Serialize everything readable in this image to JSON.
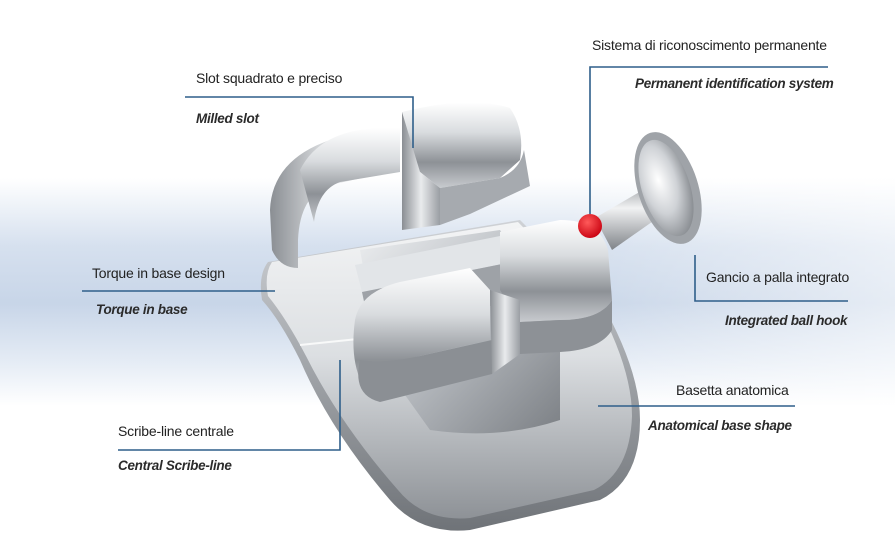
{
  "callouts": {
    "slot": {
      "label": "Slot squadrato e preciso",
      "translation": "Milled slot"
    },
    "identification": {
      "label": "Sistema di riconoscimento permanente",
      "translation": "Permanent identification system"
    },
    "torque": {
      "label": "Torque in base design",
      "translation": "Torque in base"
    },
    "hook": {
      "label": "Gancio a palla integrato",
      "translation": "Integrated ball hook"
    },
    "base": {
      "label": "Basetta anatomica",
      "translation": "Anatomical base shape"
    },
    "scribe": {
      "label": "Scribe-line centrale",
      "translation": "Central Scribe-line"
    }
  },
  "colors": {
    "leader_line": "#2f5f8a",
    "identification_dot": "#e0101e",
    "metal_light": "#f4f5f6",
    "metal_dark": "#6a6e73",
    "background_band": "#c5d3e7"
  }
}
